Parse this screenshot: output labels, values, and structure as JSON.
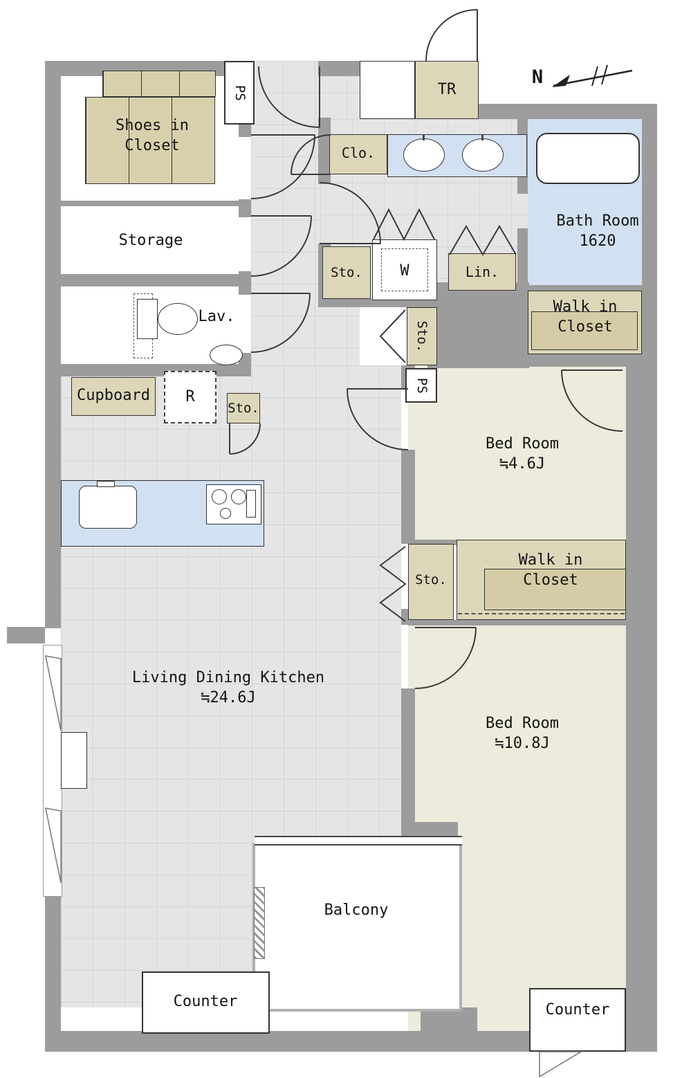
{
  "meta": {
    "type": "apartment-floor-plan",
    "units": "J (tatami mats)"
  },
  "palette": {
    "wall": "#9c9c9c",
    "closet_tan": "#ddd7b9",
    "room_cream": "#edebdc",
    "tile_gray": "#e5e5e5",
    "water_blue": "#d2e1f1",
    "outline": "#333333"
  },
  "labels": {
    "north": "N",
    "ps_top": "PS",
    "tr": "TR",
    "shoes_closet": "Shoes in\nCloset",
    "storage": "Storage",
    "clo": "Clo.",
    "bath": "Bath Room\n1620",
    "sto_hall": "Sto.",
    "washer": "W",
    "lin": "Lin.",
    "wic_top": "Walk in\nCloset",
    "lav": "Lav.",
    "sto_vert": "Sto.",
    "ps_mid": "PS",
    "cupboard": "Cupboard",
    "fridge": "R",
    "sto_kitchen": "Sto.",
    "bedroom_small": "Bed Room\n≒4.6J",
    "wic_mid": "Walk in\nCloset",
    "sto_mid": "Sto.",
    "bedroom_large": "Bed Room\n≒10.8J",
    "ldk": "Living Dining Kitchen\n≒24.6J",
    "balcony": "Balcony",
    "counter_left": "Counter",
    "counter_right": "Counter"
  }
}
